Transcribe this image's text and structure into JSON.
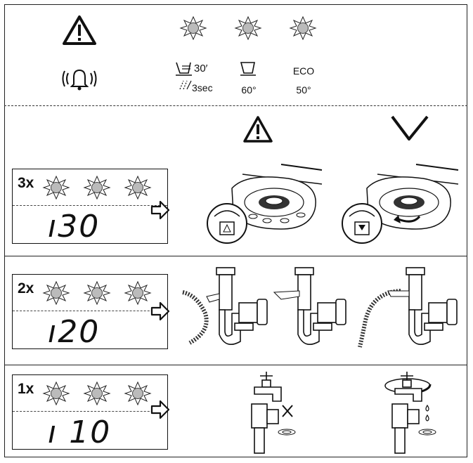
{
  "legend": {
    "col1": {
      "line1": "30′",
      "line2": "3sec"
    },
    "col2": {
      "line1": "60°"
    },
    "col3": {
      "line1": "ECO",
      "line2": "50°"
    }
  },
  "rows": [
    {
      "count": "3x",
      "digits": "ı30"
    },
    {
      "count": "2x",
      "digits": "ı20"
    },
    {
      "count": "1x",
      "digits": "ı 10"
    }
  ],
  "icons": {
    "warning": "warning-triangle-icon",
    "alarm": "alarm-bell-icon",
    "check": "checkmark-icon",
    "arrow": "right-arrow-icon",
    "led": "blinking-led-icon"
  },
  "colors": {
    "line": "#222222",
    "led_fill": "#bbbbbb"
  }
}
